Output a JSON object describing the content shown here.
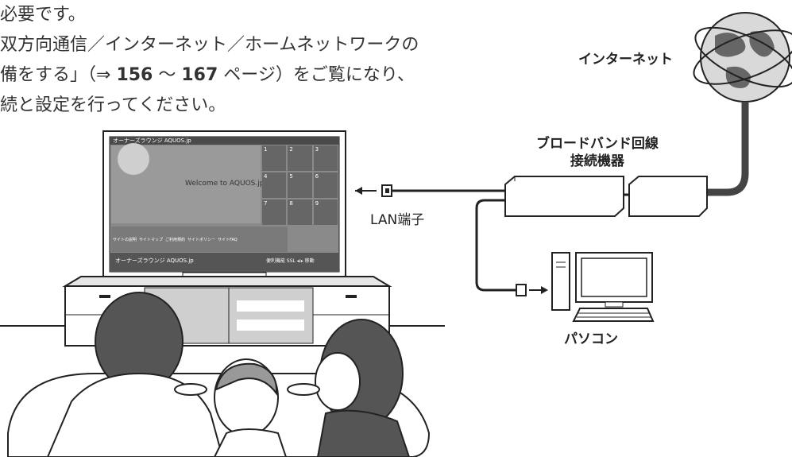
{
  "manual": {
    "line1": "必要です。",
    "line2": "双方向通信／インターネット／ホームネットワークの",
    "line3_pre": "備をする」（⇒ ",
    "line3_p1": "156",
    "line3_mid": " ～ ",
    "line3_p2": "167",
    "line3_post": " ページ）をご覧になり、",
    "line4": "続と設定を行ってください。"
  },
  "labels": {
    "internet": "インターネット",
    "broadband_line1": "ブロードバンド回線",
    "broadband_line2": "接続機器",
    "lan_port": "LAN端子",
    "pc": "パソコン"
  },
  "tv_screen": {
    "header": "オーナーズラウンジ AQUOS.jp",
    "welcome": "Welcome to AQUOS.jp",
    "tiles": [
      "1",
      "2",
      "3",
      "4",
      "5",
      "6",
      "7",
      "8",
      "9"
    ],
    "bottom_links": [
      "サイトの説明",
      "サイトマップ",
      "ご利用規約",
      "サイトポリシー",
      "サイトFAQ"
    ],
    "footer_title": "オーナーズラウンジ AQUOS.jp",
    "footer_right": "便利機能  SSL ◂⁝▸ 移動"
  },
  "colors": {
    "line": "#222222",
    "screen_dark": "#555555",
    "screen_mid": "#8a8a8a"
  }
}
